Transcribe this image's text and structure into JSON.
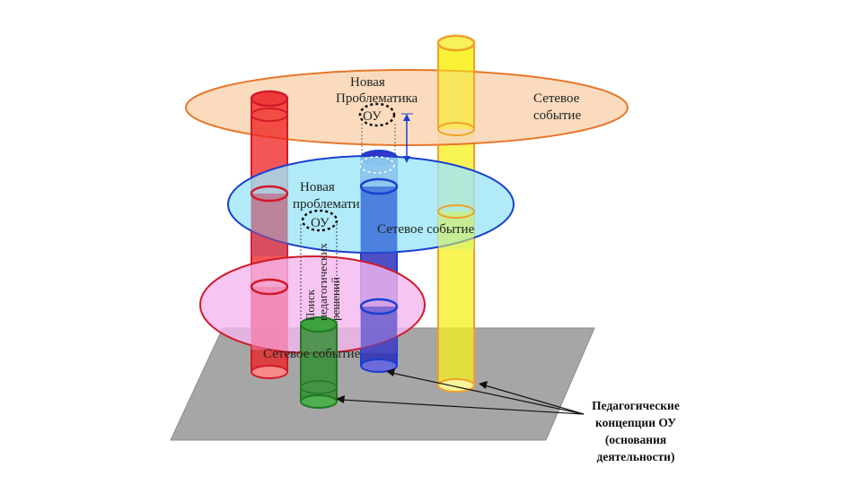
{
  "labels": {
    "top_new_problem_l1": "Новая",
    "top_new_problem_l2": "Проблематика",
    "top_ou": "ОУ",
    "top_network_event_l1": "Сетевое",
    "top_network_event_l2": "событие",
    "mid_new_problem_l1": "Новая",
    "mid_new_problem_l2": "проблемати",
    "mid_ou": "ОУ",
    "mid_network_event": "Сетевое событие",
    "search_l1": "Поиск",
    "search_l2": "педагогических",
    "search_l3": "решений",
    "bottom_network_event": "Сетевое событие",
    "concepts_l1": "Педагогические",
    "concepts_l2": "концепции ОУ",
    "concepts_l3": "(основания",
    "concepts_l4": "деятельности)"
  },
  "colors": {
    "top_disc": "#f9d7b6",
    "top_disc_stroke": "#e6772b",
    "mid_disc": "#9ee6f7",
    "mid_disc_stroke": "#1a3fd1",
    "low_disc": "#f5b7ef",
    "low_disc_stroke": "#d11a2a",
    "base_plane": "#a6a6a6",
    "red_cylinder": "#ef1d1d",
    "blue_cylinder": "#2323b8",
    "yellow_cylinder": "#f5f01e",
    "green_cylinder": "#2d8c2d"
  }
}
